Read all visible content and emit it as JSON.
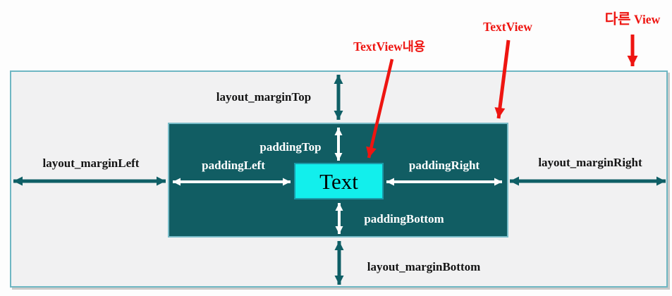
{
  "colors": {
    "page_bg": "#fdfdfd",
    "outer_fill": "#f1f1f2",
    "outer_border": "#6fb7c3",
    "textview_fill": "#115d63",
    "textview_border": "#7abdc9",
    "textbox_fill": "#12efec",
    "textbox_border": "#1a9aa8",
    "arrow_teal": "#0f5f66",
    "arrow_white": "#ffffff",
    "callout_red": "#ee1511",
    "label_dark": "#141414"
  },
  "diagram": {
    "callouts": {
      "content": "TextView내용",
      "textview": "TextView",
      "other_view_korean": "다른",
      "other_view_latin": "View"
    },
    "margins": {
      "top": "layout_marginTop",
      "left": "layout_marginLeft",
      "right": "layout_marginRight",
      "bottom": "layout_marginBottom"
    },
    "paddings": {
      "top": "paddingTop",
      "left": "paddingLeft",
      "right": "paddingRight",
      "bottom": "paddingBottom"
    },
    "text_box": {
      "text": "Text"
    }
  }
}
